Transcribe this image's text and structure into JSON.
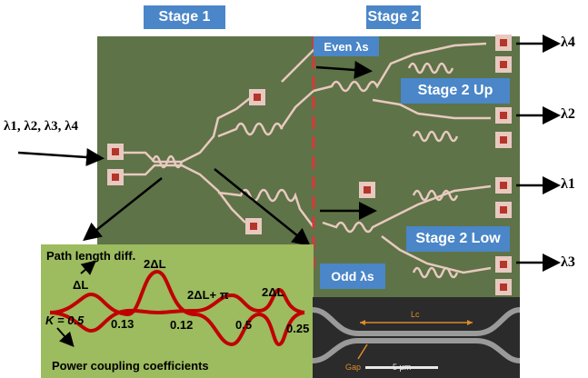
{
  "stages": {
    "stage1": "Stage 1",
    "stage2": "Stage 2",
    "even": "Even λs",
    "odd": "Odd λs",
    "stage2_up": "Stage 2 Up",
    "stage2_low": "Stage 2 Low"
  },
  "input_label": "λ1, λ2, λ3, λ4",
  "outputs": [
    "λ4",
    "λ2",
    "λ1",
    "λ3"
  ],
  "inset": {
    "path_length": "Path length diff.",
    "dl": "ΔL",
    "two_dl": "2ΔL",
    "two_dl_pi": "2ΔL+ π",
    "two_dl_b": "2ΔL",
    "k_label": "K = 0.5",
    "k1": "0.13",
    "k2": "0.12",
    "k3": "0.5",
    "k4": "0.25",
    "power_coupling": "Power coupling coefficients"
  },
  "sem": {
    "lc": "Lc",
    "gap": "Gap",
    "scale": "5 μm"
  },
  "colors": {
    "chip_bg": "#5e7347",
    "stage_blue": "#4a86c8",
    "inset_bg": "#9dbb5f",
    "curve_red": "#c00000",
    "divider_red": "#d43a3a"
  }
}
